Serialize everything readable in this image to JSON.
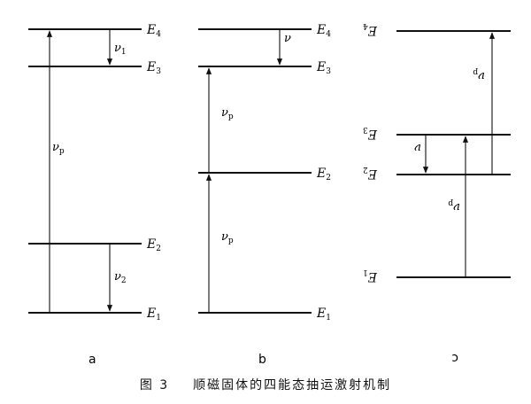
{
  "panels": [
    {
      "id": "a",
      "label": "a",
      "levels": [
        {
          "id": "E4",
          "main": "E",
          "sub": "4"
        },
        {
          "id": "E3",
          "main": "E",
          "sub": "3"
        },
        {
          "id": "E2",
          "main": "E",
          "sub": "2"
        },
        {
          "id": "E1",
          "main": "E",
          "sub": "1"
        }
      ],
      "transitions": [
        {
          "id": "nu1",
          "from": "E4",
          "to": "E3",
          "main": "ν",
          "sub": "1"
        },
        {
          "id": "nup",
          "from": "E1",
          "to": "E4",
          "main": "ν",
          "sub": "p"
        },
        {
          "id": "nu2",
          "from": "E2",
          "to": "E1",
          "main": "ν",
          "sub": "2"
        }
      ]
    },
    {
      "id": "b",
      "label": "b",
      "levels": [
        {
          "id": "E4",
          "main": "E",
          "sub": "4"
        },
        {
          "id": "E3",
          "main": "E",
          "sub": "3"
        },
        {
          "id": "E2",
          "main": "E",
          "sub": "2"
        },
        {
          "id": "E1",
          "main": "E",
          "sub": "1"
        }
      ],
      "transitions": [
        {
          "id": "nu",
          "from": "E4",
          "to": "E3",
          "main": "ν",
          "sub": ""
        },
        {
          "id": "nup-upper",
          "from": "E2",
          "to": "E3",
          "main": "ν",
          "sub": "p"
        },
        {
          "id": "nup-lower",
          "from": "E1",
          "to": "E2",
          "main": "ν",
          "sub": "p"
        }
      ]
    },
    {
      "id": "c",
      "label": "c",
      "levels": [
        {
          "id": "E4",
          "main": "E",
          "sub": "4"
        },
        {
          "id": "E3",
          "main": "E",
          "sub": "3"
        },
        {
          "id": "E2",
          "main": "E",
          "sub": "2"
        },
        {
          "id": "E1",
          "main": "E",
          "sub": "1"
        }
      ],
      "transitions": [
        {
          "id": "nup-upper",
          "from": "E2",
          "to": "E4",
          "main": "ν",
          "sub": "p"
        },
        {
          "id": "nu",
          "from": "E3",
          "to": "E2",
          "main": "ν",
          "sub": ""
        },
        {
          "id": "nup-lower",
          "from": "E1",
          "to": "E3",
          "main": "ν",
          "sub": "p"
        }
      ]
    }
  ],
  "caption": {
    "figure_number": "图 3",
    "text": "顺磁固体的四能态抽运激射机制"
  }
}
